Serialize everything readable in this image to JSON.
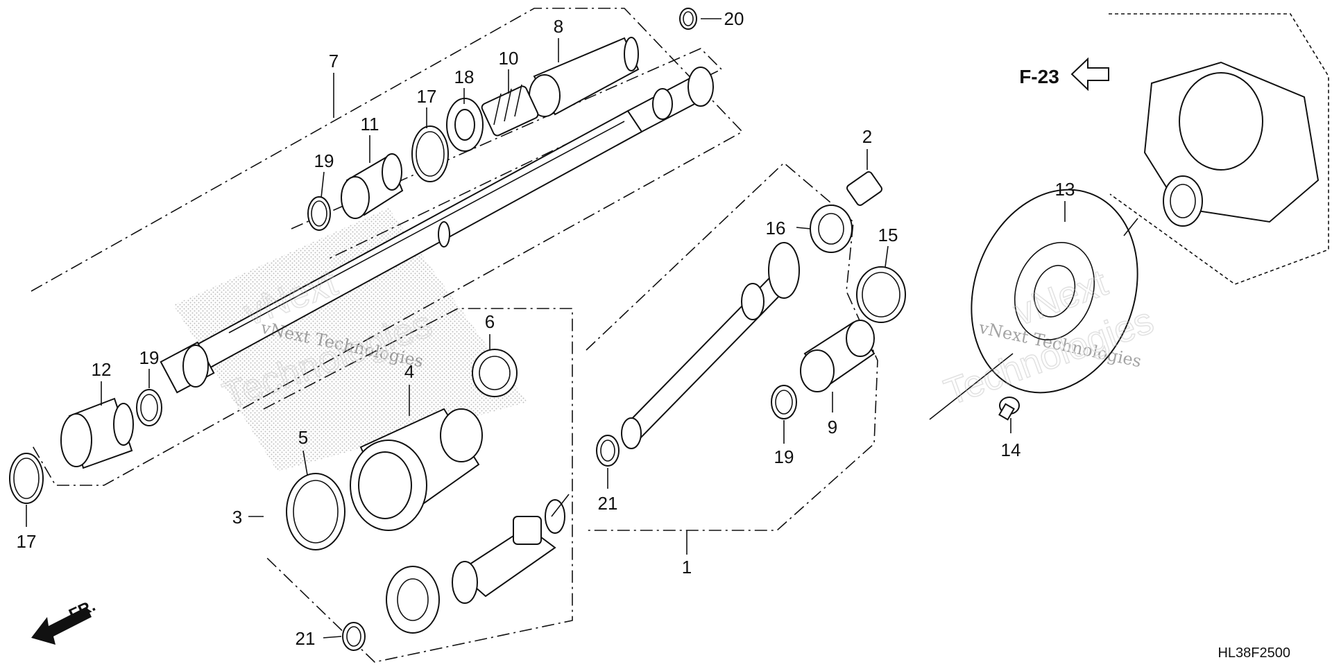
{
  "diagram": {
    "code": "HL38F2500",
    "ref": "F-23",
    "direction": "FR.",
    "watermark": {
      "line1": "vNext Technologies",
      "line2": "vNext",
      "line3": "Technologies"
    },
    "callouts": {
      "1": "1",
      "2": "2",
      "3": "3",
      "4": "4",
      "5": "5",
      "6": "6",
      "7": "7",
      "8": "8",
      "9": "9",
      "10": "10",
      "11": "11",
      "12": "12",
      "13": "13",
      "14": "14",
      "15": "15",
      "16": "16",
      "17a": "17",
      "17b": "17",
      "18": "18",
      "19a": "19",
      "19b": "19",
      "19c": "19",
      "20": "20",
      "21a": "21",
      "21b": "21"
    }
  }
}
